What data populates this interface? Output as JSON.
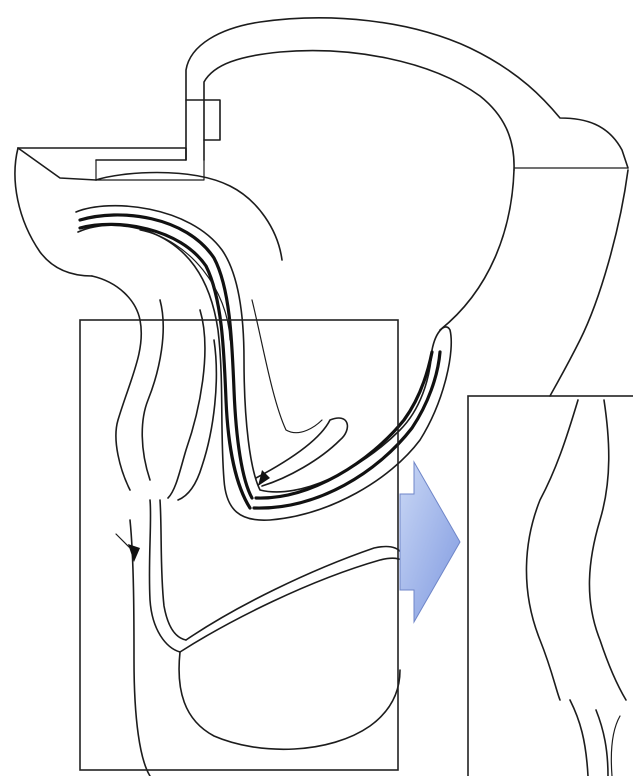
{
  "diagram": {
    "colors": {
      "line": "#1c1c1c",
      "arrow_fill_light": "#c9d7f5",
      "arrow_fill_dark": "#7f99e0",
      "background": "#ffffff"
    },
    "parts": [
      {
        "name": "cross-section-outline"
      },
      {
        "name": "folded-canal"
      },
      {
        "name": "flow-arrow-head"
      },
      {
        "name": "detail-box-left"
      },
      {
        "name": "detail-box-right"
      },
      {
        "name": "transition-arrow"
      }
    ]
  }
}
